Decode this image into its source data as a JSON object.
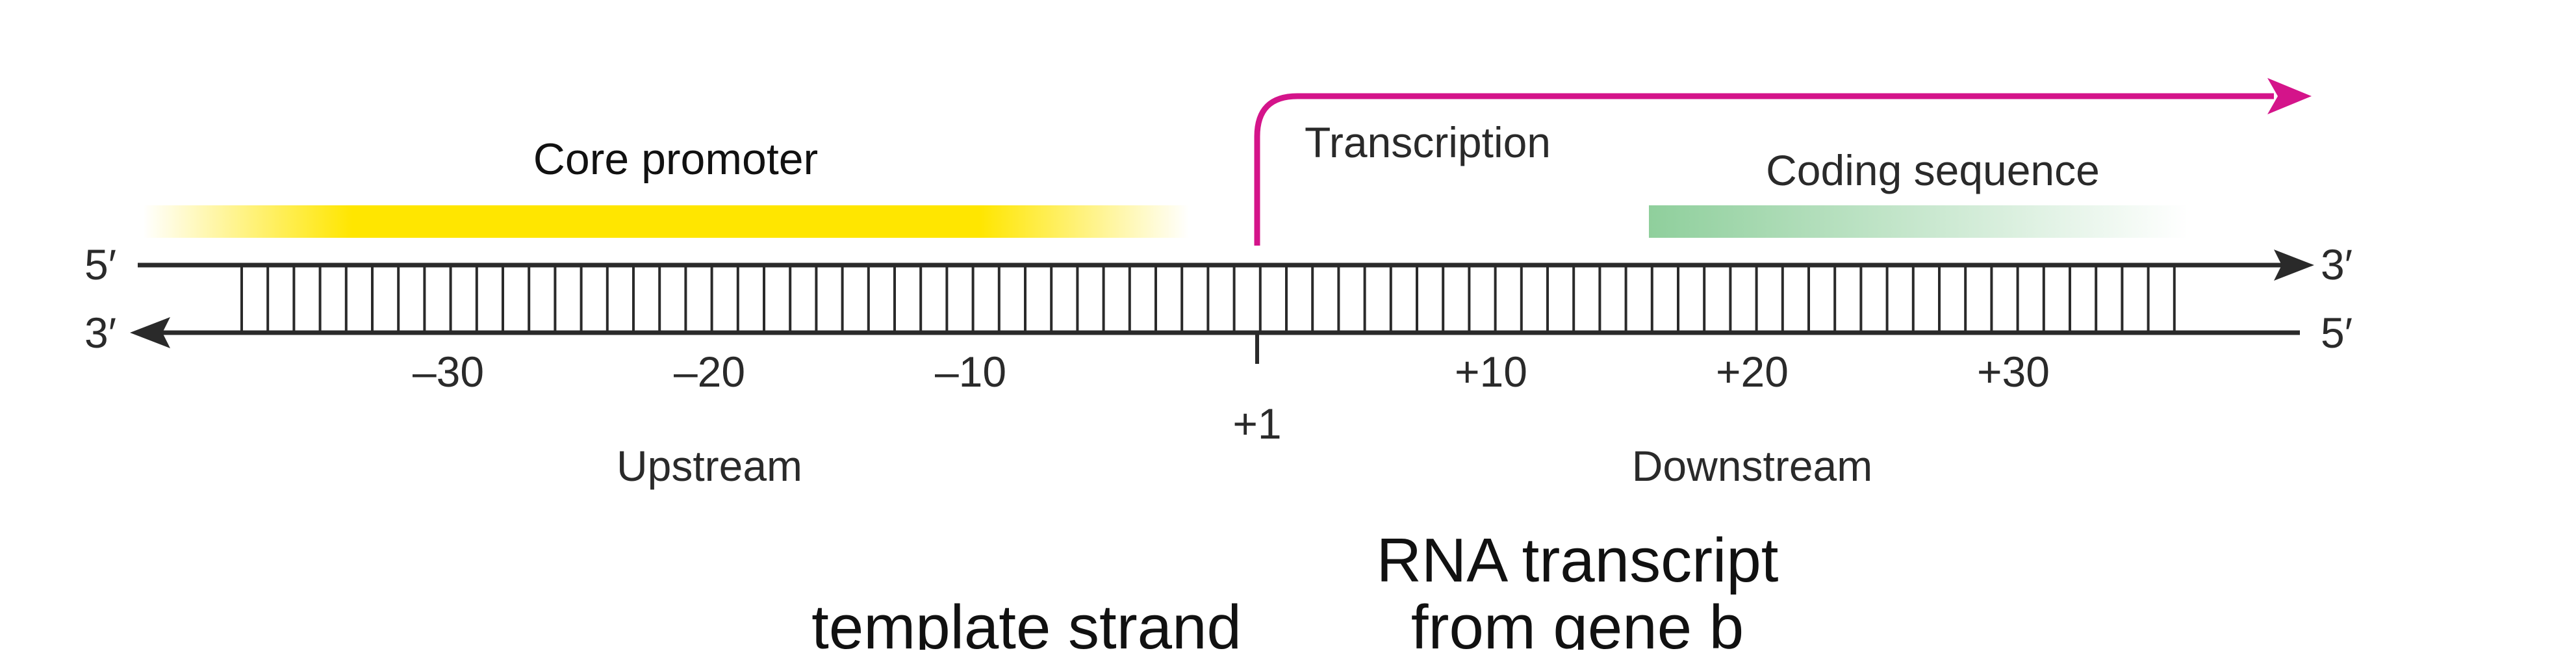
{
  "labels": {
    "core_promoter": "Core promoter",
    "transcription": "Transcription",
    "coding_sequence": "Coding sequence",
    "top_left_end": "5′",
    "top_right_end": "3′",
    "bottom_left_end": "3′",
    "bottom_right_end": "5′",
    "start_site": "+1",
    "upstream": "Upstream",
    "downstream": "Downstream",
    "template_strand": "template strand",
    "rna_transcript_line1": "RNA transcript",
    "rna_transcript_line2": "from gene b"
  },
  "positions": {
    "upstream_ticks": [
      "–30",
      "–20",
      "–10"
    ],
    "downstream_ticks": [
      "+10",
      "+20",
      "+30"
    ]
  },
  "colors": {
    "promoter": "#ffe600",
    "transcription_arrow": "#d4148a",
    "coding_sequence": "#8fcf9c",
    "strand": "#2a2a2a"
  }
}
